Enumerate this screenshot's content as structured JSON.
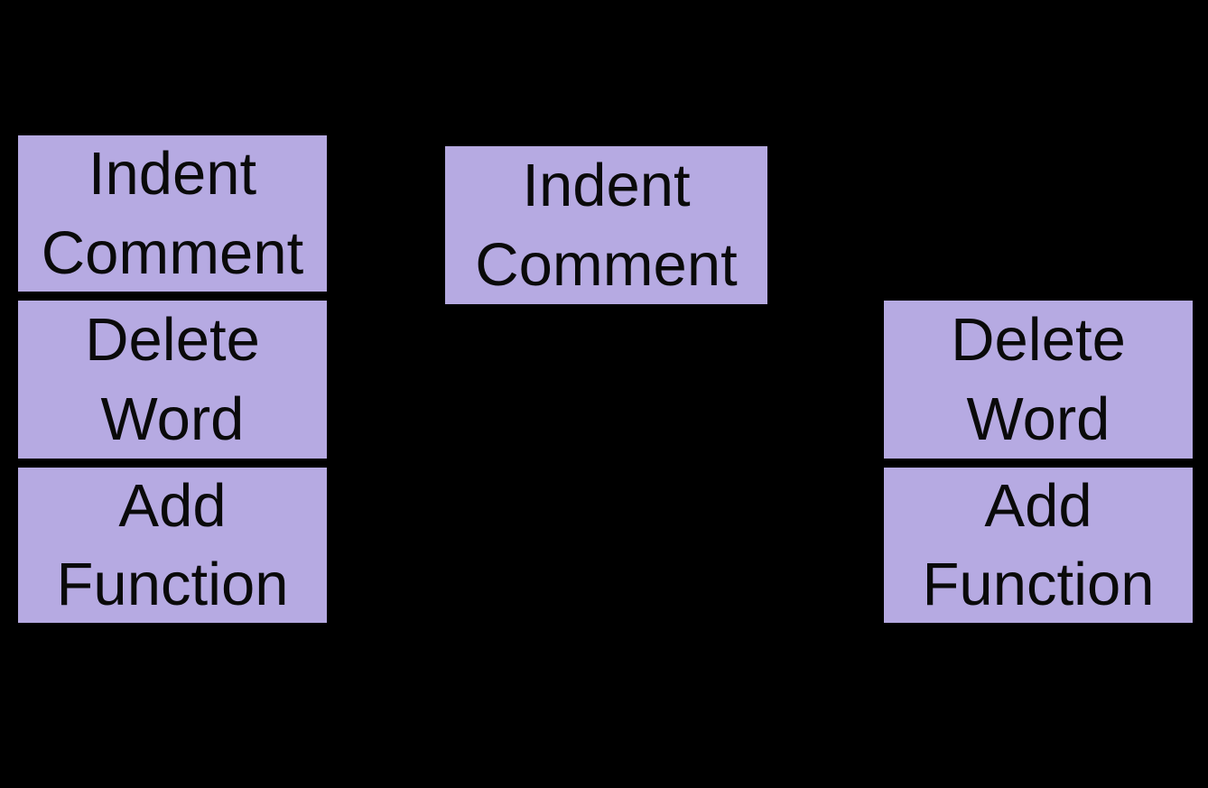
{
  "diagram": {
    "background": "#000000",
    "box_fill": "#b6aae2",
    "box_text_color": "#0a0a0a",
    "left_stack": {
      "items": [
        {
          "label": "Indent\nComment"
        },
        {
          "label": "Delete\nWord"
        },
        {
          "label": "Add\nFunction"
        }
      ]
    },
    "middle": {
      "label": "Indent\nComment"
    },
    "right_stack": {
      "items": [
        {
          "label": "Delete\nWord"
        },
        {
          "label": "Add\nFunction"
        }
      ]
    }
  }
}
